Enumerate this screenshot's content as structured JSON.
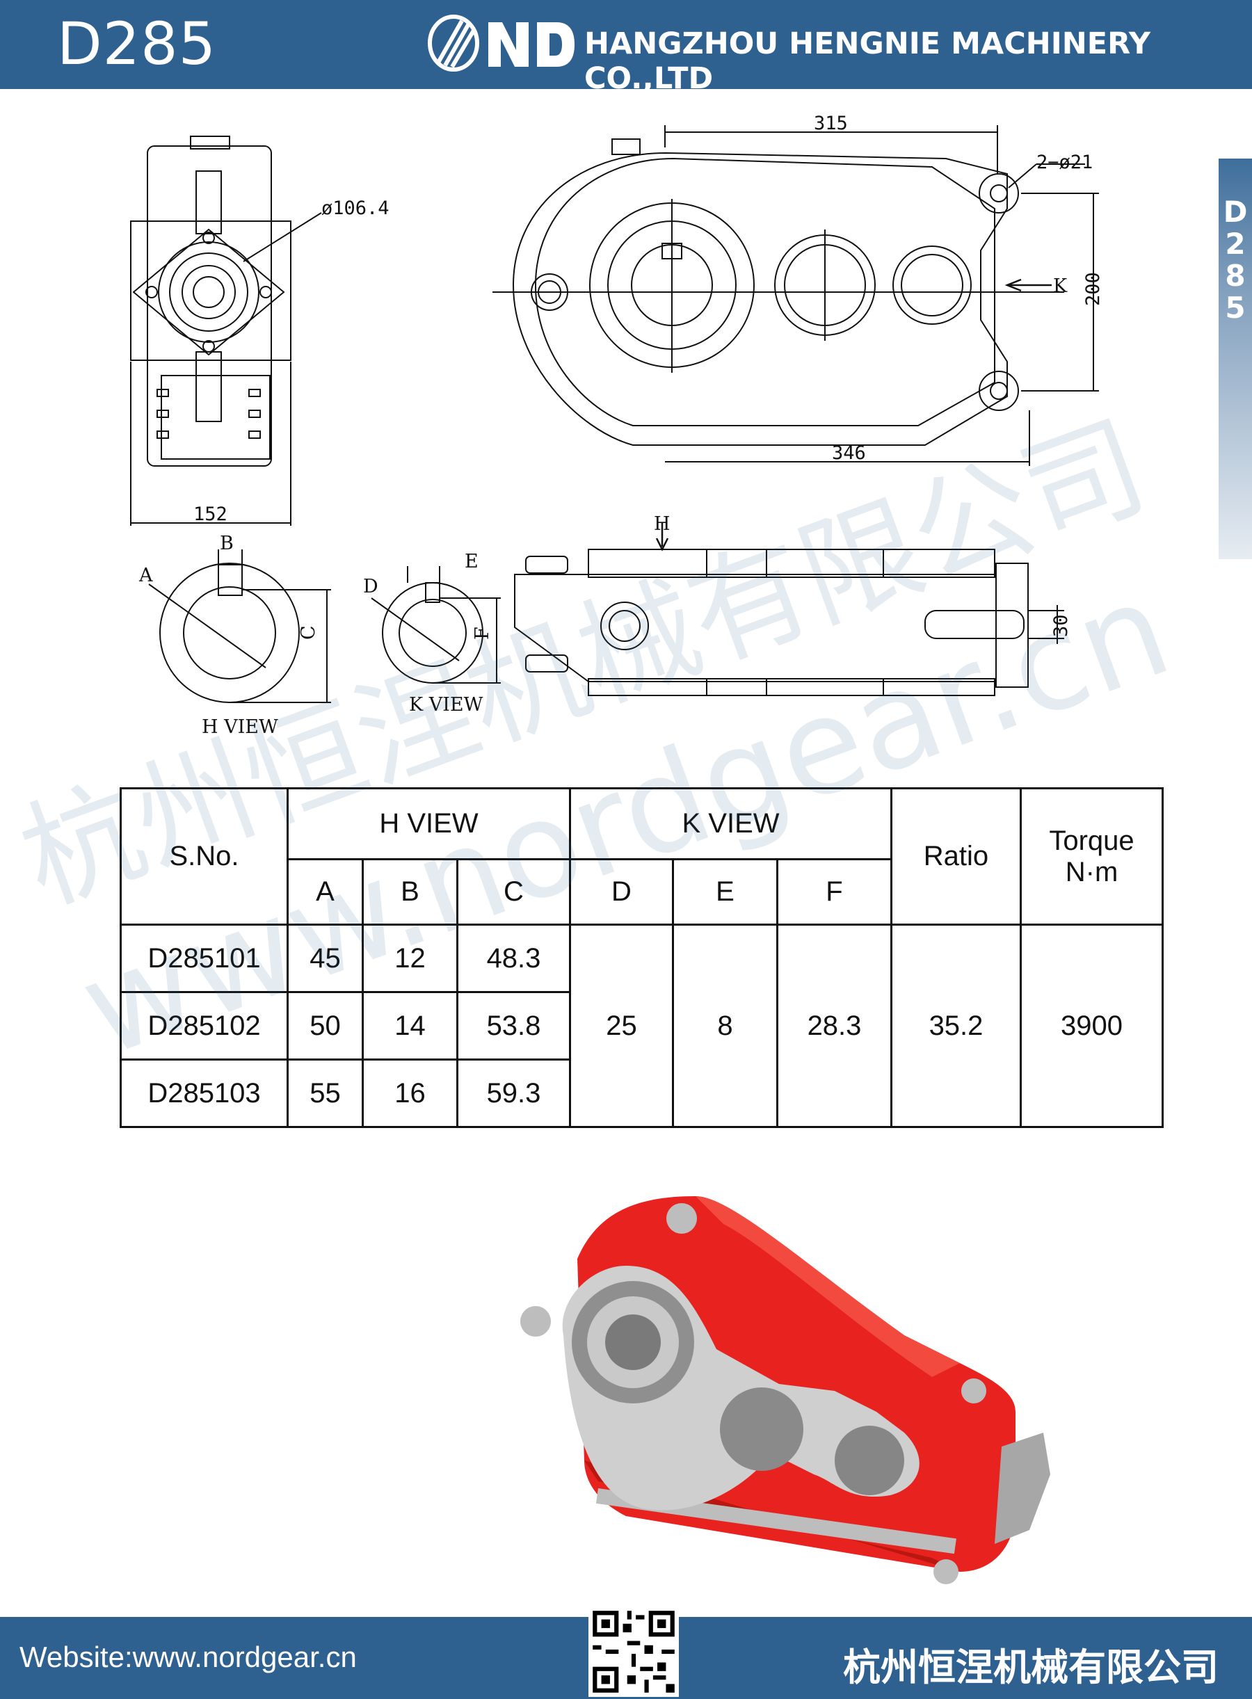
{
  "header": {
    "model": "D285",
    "company_en": "HANGZHOU HENGNIE MACHINERY CO.,LTD"
  },
  "side_tab": {
    "letters": [
      "D",
      "2",
      "8",
      "5"
    ]
  },
  "drawing": {
    "dim_152": "152",
    "dim_dia": "ø106.4",
    "dim_315": "315",
    "dim_holes": "2−ø21",
    "dim_200": "200",
    "dim_346": "346",
    "dim_30": "30",
    "label_K": "K",
    "label_H": "H",
    "label_A": "A",
    "label_B": "B",
    "label_C": "C",
    "label_D": "D",
    "label_E": "E",
    "label_F": "F",
    "h_view": "H VIEW",
    "k_view": "K VIEW"
  },
  "table": {
    "headers": {
      "sno": "S.No.",
      "h_view": "H VIEW",
      "k_view": "K VIEW",
      "ratio": "Ratio",
      "torque_1": "Torque",
      "torque_2": "N·m",
      "a": "A",
      "b": "B",
      "c": "C",
      "d": "D",
      "e": "E",
      "f": "F"
    },
    "rows": [
      {
        "sno": "D285101",
        "a": "45",
        "b": "12",
        "c": "48.3"
      },
      {
        "sno": "D285102",
        "a": "50",
        "b": "14",
        "c": "53.8"
      },
      {
        "sno": "D285103",
        "a": "55",
        "b": "16",
        "c": "59.3"
      }
    ],
    "shared": {
      "d": "25",
      "e": "8",
      "f": "28.3",
      "ratio": "35.2",
      "torque": "3900"
    }
  },
  "watermark": {
    "cn": "杭州恒涅机械有限公司",
    "url": "www.nordgear.cn"
  },
  "footer": {
    "website": "Website:www.nordgear.cn",
    "company_cn": "杭州恒涅机械有限公司"
  },
  "colors": {
    "header_blue": "#2f6190",
    "product_red": "#e8231f",
    "product_gray": "#8a8a8a"
  }
}
